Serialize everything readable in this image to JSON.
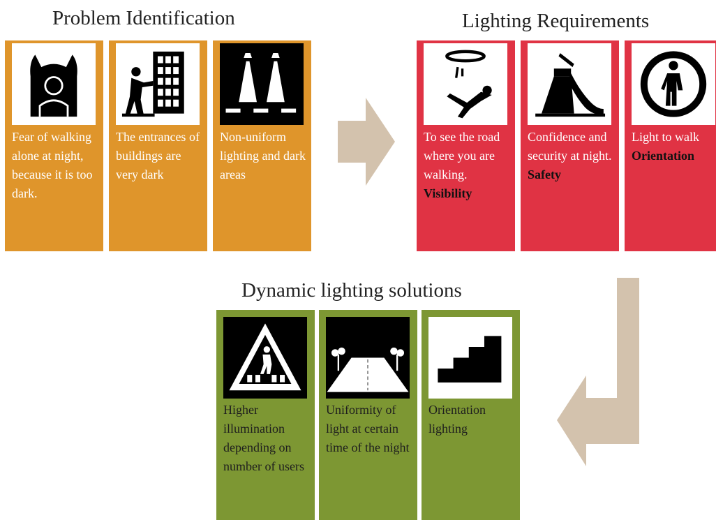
{
  "sections": {
    "problem": {
      "title": "Problem Identification",
      "cards": [
        {
          "text": "Fear of walking alone at night, because it is too dark.",
          "icon": "monster-icon"
        },
        {
          "text": "The entrances of buildings are very dark",
          "icon": "door-entry-icon"
        },
        {
          "text": "Non-uniform lighting and dark areas",
          "icon": "street-lamps-icon"
        }
      ]
    },
    "requirements": {
      "title": "Lighting Requirements",
      "cards": [
        {
          "text": "To see the road where you are walking.",
          "bold": "Visibility",
          "icon": "falling-person-icon"
        },
        {
          "text": "Confidence and security at night.",
          "bold": "Safety",
          "icon": "slide-icon"
        },
        {
          "text": "Light to walk",
          "bold": "Orientation",
          "icon": "pedestrian-circle-icon"
        }
      ]
    },
    "solutions": {
      "title": "Dynamic lighting solutions",
      "cards": [
        {
          "text": "Higher illumination depending on number of users",
          "icon": "crosswalk-icon"
        },
        {
          "text": "Uniformity of light at certain time of the night",
          "icon": "lit-road-icon"
        },
        {
          "text": "Orientation lighting",
          "icon": "stairs-icon"
        }
      ]
    }
  },
  "colors": {
    "problem": "#df952b",
    "requirements": "#e03344",
    "solutions": "#7d9733",
    "arrow": "#d3c2ad"
  }
}
